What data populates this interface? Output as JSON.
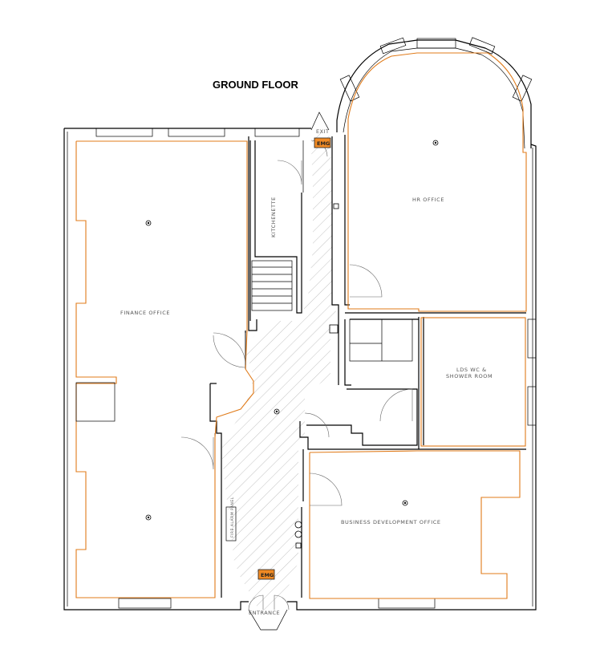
{
  "title": "GROUND FLOOR",
  "rooms": {
    "finance": "FINANCE OFFICE",
    "kitchenette": "KITCHENETTE",
    "hr": "HR OFFICE",
    "lds_line1": "LDS WC &",
    "lds_line2": "SHOWER ROOM",
    "business": "BUSINESS DEVELOPMENT OFFICE"
  },
  "exits": {
    "exit": "EXIT",
    "entrance": "ENTRANCE"
  },
  "emg_label": "EMG",
  "fire_panel_label": "FIRE ALARM PANEL",
  "colors": {
    "wall": "#000000",
    "boundary": "#e07b1a",
    "emg_fill": "#f08a24",
    "hatch": "#9a9a9a"
  }
}
